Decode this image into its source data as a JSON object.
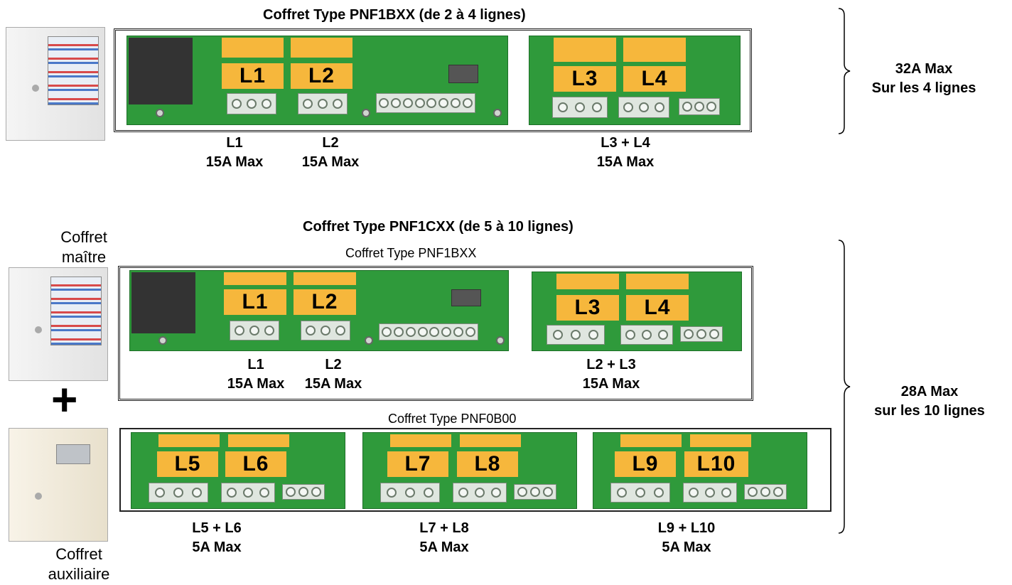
{
  "top": {
    "title": "Coffret Type PNF1BXX (de 2 à 4 lignes)",
    "labels": {
      "l1": "L1",
      "l2": "L2",
      "l3": "L3",
      "l4": "L4"
    },
    "captions": {
      "c1a": "L1",
      "c1b": "15A Max",
      "c2a": "L2",
      "c2b": "15A Max",
      "c3a": "L3 + L4",
      "c3b": "15A Max"
    },
    "total": {
      "line1": "32A Max",
      "line2": "Sur les 4 lignes"
    }
  },
  "bottom": {
    "title": "Coffret Type PNF1CXX (de 5 à 10 lignes)",
    "master": {
      "subtitle": "Coffret Type PNF1BXX",
      "labels": {
        "l1": "L1",
        "l2": "L2",
        "l3": "L3",
        "l4": "L4"
      },
      "captions": {
        "c1a": "L1",
        "c1b": "15A Max",
        "c2a": "L2",
        "c2b": "15A Max",
        "c3a": "L2 + L3",
        "c3b": "15A Max"
      }
    },
    "aux": {
      "subtitle": "Coffret Type PNF0B00",
      "labels": {
        "l5": "L5",
        "l6": "L6",
        "l7": "L7",
        "l8": "L8",
        "l9": "L9",
        "l10": "L10"
      },
      "captions": {
        "c1a": "L5 + L6",
        "c1b": "5A Max",
        "c2a": "L7 + L8",
        "c2b": "5A Max",
        "c3a": "L9 + L10",
        "c3b": "5A Max"
      }
    },
    "master_label": {
      "line1": "Coffret",
      "line2": "maître"
    },
    "aux_label": {
      "line1": "Coffret",
      "line2": "auxiliaire"
    },
    "plus": "+",
    "total": {
      "line1": "28A Max",
      "line2": "sur les 10 lignes"
    }
  }
}
